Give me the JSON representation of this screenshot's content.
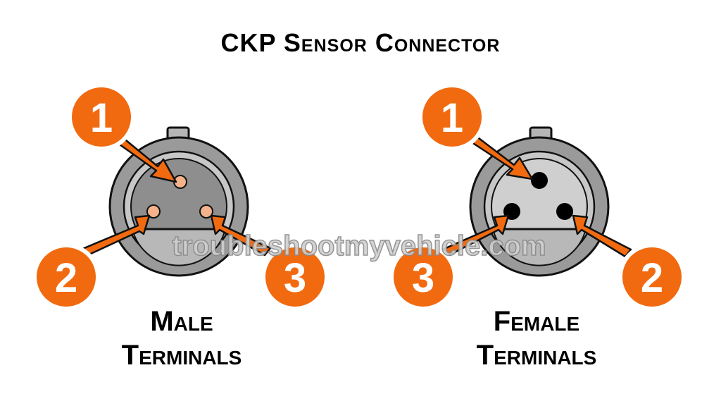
{
  "title": "CKP Sensor Connector",
  "watermark": "troubleshootmyvehicle.com",
  "male": {
    "caption_line1": "Male",
    "caption_line2": "Terminals",
    "callouts": [
      "1",
      "2",
      "3"
    ]
  },
  "female": {
    "caption_line1": "Female",
    "caption_line2": "Terminals",
    "callouts": [
      "1",
      "3",
      "2"
    ]
  },
  "colors": {
    "callout_orange": "#f26a10",
    "male_pin": "#f4b38c",
    "female_pin": "#000000",
    "connector_gray": "#9a9a9a",
    "connector_light": "#c7c7c7"
  }
}
